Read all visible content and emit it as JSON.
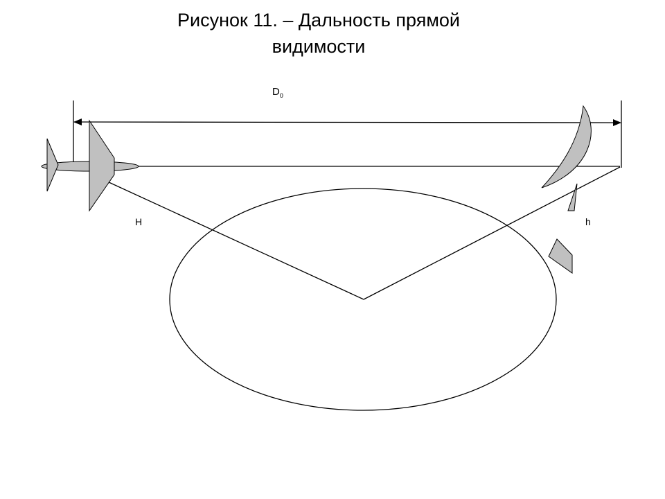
{
  "title": {
    "line1": "Рисунок 11.   – Дальность прямой",
    "line2": "видимости"
  },
  "labels": {
    "distance_main": "D",
    "distance_sub": "0",
    "aircraft_height": "H",
    "target_height": "h"
  },
  "colors": {
    "shape_fill": "#c0c0c0",
    "stroke": "#000000",
    "background": "#ffffff"
  }
}
